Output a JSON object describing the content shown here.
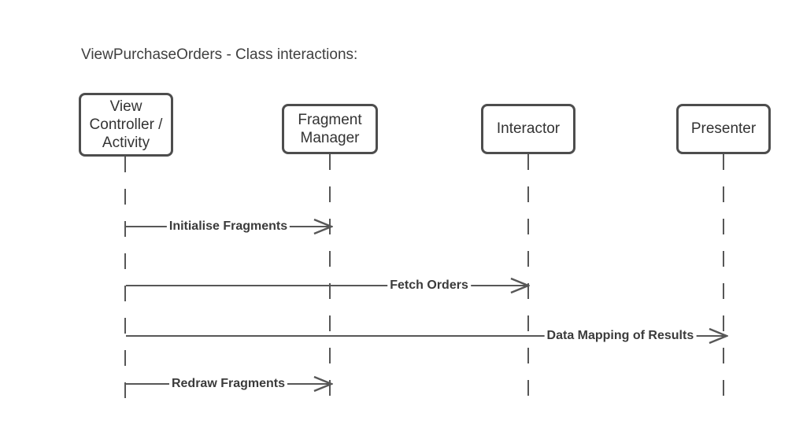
{
  "diagram": {
    "title": "ViewPurchaseOrders - Class interactions:",
    "type": "sequence-diagram",
    "actors": [
      {
        "id": "view-controller-activity",
        "label": "View Controller / Activity"
      },
      {
        "id": "fragment-manager",
        "label": "Fragment Manager"
      },
      {
        "id": "interactor",
        "label": "Interactor"
      },
      {
        "id": "presenter",
        "label": "Presenter"
      }
    ],
    "messages": [
      {
        "label": "Initialise Fragments",
        "from": "View Controller / Activity",
        "to": "Fragment Manager"
      },
      {
        "label": "Fetch Orders",
        "from": "View Controller / Activity",
        "to": "Interactor"
      },
      {
        "label": "Data Mapping of Results",
        "from": "View Controller / Activity",
        "to": "Presenter"
      },
      {
        "label": "Redraw Fragments",
        "from": "View Controller / Activity",
        "to": "Fragment Manager"
      }
    ],
    "colors": {
      "background": "#ffffff",
      "box_border": "#4d4d4d",
      "line_stroke": "#575757",
      "title_text": "#404040",
      "box_text": "#333333",
      "label_text": "#3b3b3b"
    }
  }
}
